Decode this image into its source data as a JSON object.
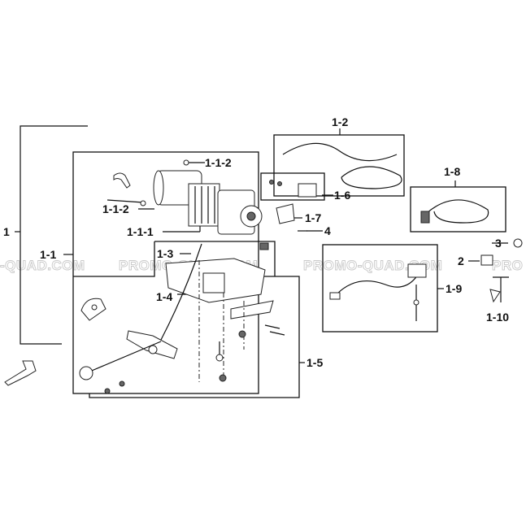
{
  "labels": {
    "l1": "1",
    "l1_1": "1-1",
    "l1_1_1": "1-1-1",
    "l1_1_2a": "1-1-2",
    "l1_1_2b": "1-1-2",
    "l1_2": "1-2",
    "l1_3": "1-3",
    "l1_4": "1-4",
    "l1_5": "1-5",
    "l1_6": "1-6",
    "l1_7": "1-7",
    "l1_8": "1-8",
    "l1_9": "1-9",
    "l1_10": "1-10",
    "l2": "2",
    "l3": "3",
    "l4": "4"
  },
  "watermark": {
    "w1": "-QUAD.COM",
    "w2": "PROMO-QUAD.COM",
    "w3": "PROMO-QUAD.COM",
    "w4": "PRO"
  },
  "colors": {
    "line": "#111111",
    "watermark": "#c9c9c9",
    "background": "#ffffff"
  }
}
